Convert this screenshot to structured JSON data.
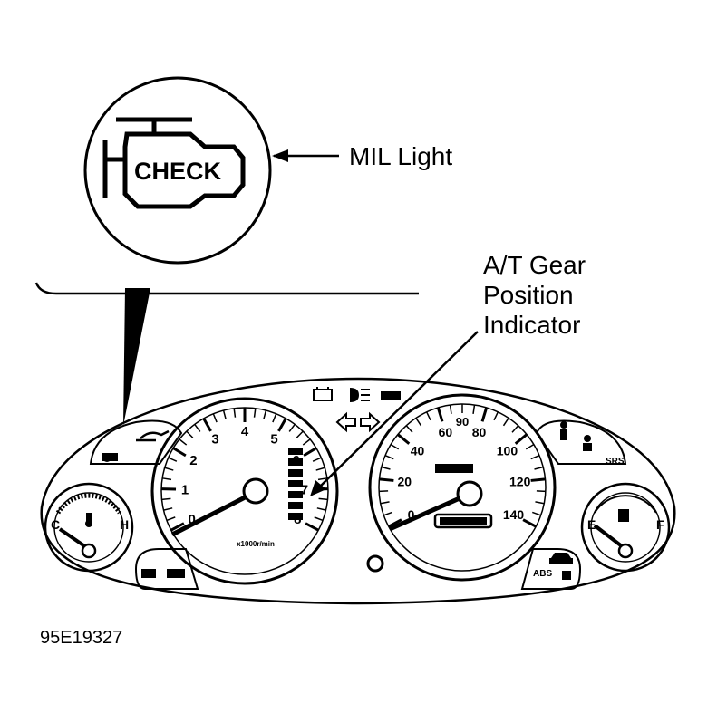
{
  "callouts": {
    "mil_light": "MIL Light",
    "check_text": "CHECK",
    "at_gear_line1": "A/T Gear",
    "at_gear_line2": "Position",
    "at_gear_line3": "Indicator"
  },
  "figure_id": "95E19327",
  "tachometer": {
    "ticks": [
      "0",
      "1",
      "2",
      "3",
      "4",
      "5",
      "6",
      "7",
      "8"
    ],
    "unit": "x1000r/min"
  },
  "speedometer": {
    "ticks": [
      "0",
      "20",
      "40",
      "60",
      "80",
      "100",
      "120",
      "140"
    ],
    "top_tick": "90"
  },
  "temp_gauge": {
    "low": "C",
    "high": "H"
  },
  "fuel_gauge": {
    "low": "E",
    "high": "F"
  },
  "indicators": {
    "srs": "SRS",
    "abs": "ABS"
  },
  "icons": [
    "check-engine-icon",
    "battery-icon",
    "headlight-icon",
    "turn-left-icon",
    "turn-right-icon",
    "oil-icon",
    "seatbelt-icon",
    "door-ajar-icon",
    "fuel-pump-icon",
    "thermometer-icon"
  ]
}
